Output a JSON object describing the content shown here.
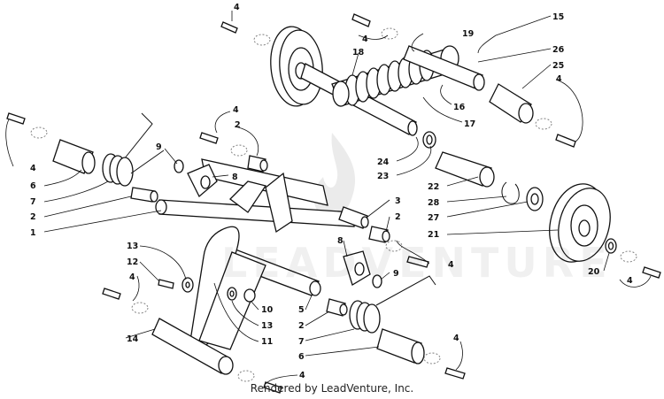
{
  "diagram": {
    "footer_text": "Rendered by LeadVenture, Inc.",
    "watermark_text": "LEADVENTURE",
    "callouts": [
      {
        "id": "c4a",
        "label": "4"
      },
      {
        "id": "c4b",
        "label": "4"
      },
      {
        "id": "c19",
        "label": "19"
      },
      {
        "id": "c15",
        "label": "15"
      },
      {
        "id": "c26",
        "label": "26"
      },
      {
        "id": "c25",
        "label": "25"
      },
      {
        "id": "c18",
        "label": "18"
      },
      {
        "id": "c4c",
        "label": "4"
      },
      {
        "id": "c16",
        "label": "16"
      },
      {
        "id": "c17",
        "label": "17"
      },
      {
        "id": "c4d",
        "label": "4"
      },
      {
        "id": "c2a",
        "label": "2"
      },
      {
        "id": "c9a",
        "label": "9"
      },
      {
        "id": "c8a",
        "label": "8"
      },
      {
        "id": "c24",
        "label": "24"
      },
      {
        "id": "c23",
        "label": "23"
      },
      {
        "id": "c22",
        "label": "22"
      },
      {
        "id": "c28",
        "label": "28"
      },
      {
        "id": "c27",
        "label": "27"
      },
      {
        "id": "c21",
        "label": "21"
      },
      {
        "id": "c4e",
        "label": "4"
      },
      {
        "id": "c6a",
        "label": "6"
      },
      {
        "id": "c7a",
        "label": "7"
      },
      {
        "id": "c2b",
        "label": "2"
      },
      {
        "id": "c1",
        "label": "1"
      },
      {
        "id": "c3",
        "label": "3"
      },
      {
        "id": "c2c",
        "label": "2"
      },
      {
        "id": "c8b",
        "label": "8"
      },
      {
        "id": "c4f",
        "label": "4"
      },
      {
        "id": "c4g",
        "label": "4"
      },
      {
        "id": "c20",
        "label": "20"
      },
      {
        "id": "c13a",
        "label": "13"
      },
      {
        "id": "c12",
        "label": "12"
      },
      {
        "id": "c4h",
        "label": "4"
      },
      {
        "id": "c9b",
        "label": "9"
      },
      {
        "id": "c10",
        "label": "10"
      },
      {
        "id": "c13b",
        "label": "13"
      },
      {
        "id": "c5",
        "label": "5"
      },
      {
        "id": "c2d",
        "label": "2"
      },
      {
        "id": "c14",
        "label": "14"
      },
      {
        "id": "c11",
        "label": "11"
      },
      {
        "id": "c7b",
        "label": "7"
      },
      {
        "id": "c6b",
        "label": "6"
      },
      {
        "id": "c4i",
        "label": "4"
      },
      {
        "id": "c4j",
        "label": "4"
      }
    ]
  }
}
